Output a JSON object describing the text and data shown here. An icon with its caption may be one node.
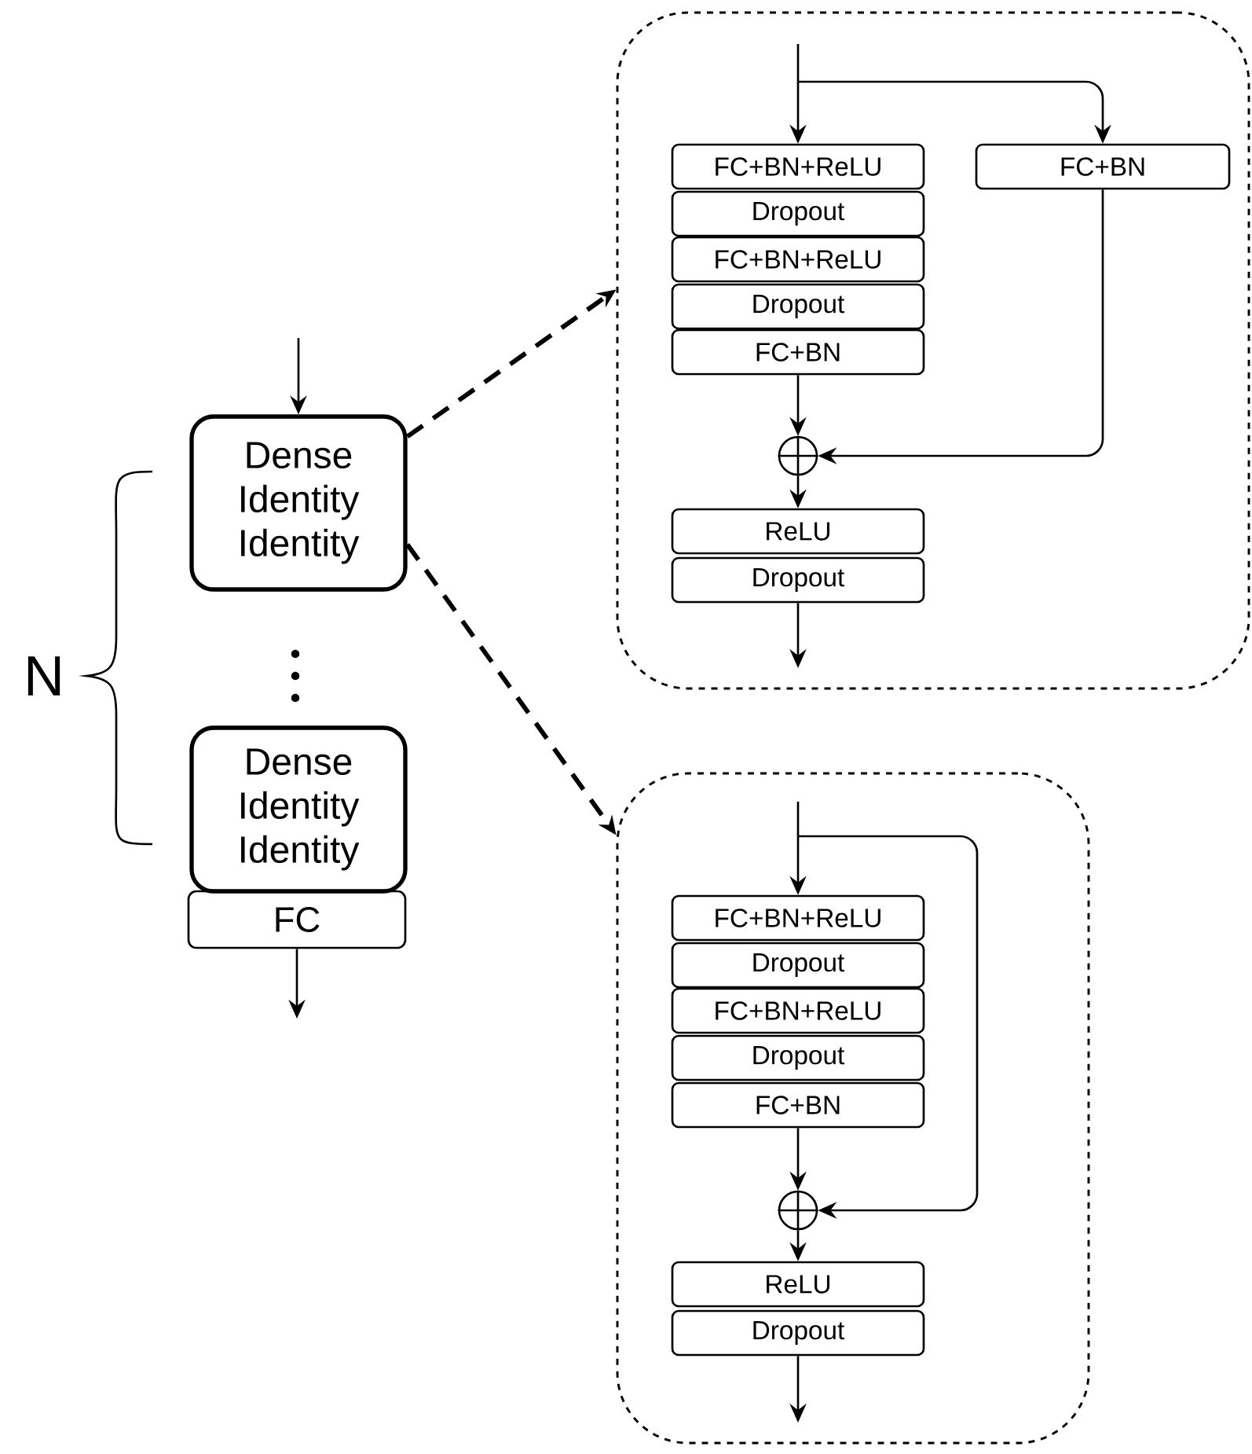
{
  "diagram": {
    "nodes": [
      {
        "text": [
          "Dense Identity Identity"
        ]
      },
      {
        "text": [
          "Dense Identity Identity"
        ]
      },
      {
        "text": [
          "FC"
        ]
      },
      {
        "text": [],
        "shape": "box"
      },
      {
        "text": [
          "FC+BN+ReLU"
        ],
        "in": 3
      },
      {
        "text": [
          "Dropout"
        ],
        "in": 3
      },
      {
        "text": [
          "FC+BN+ReLU"
        ],
        "in": 3
      },
      {
        "text": [
          "Dropout"
        ],
        "in": 3
      },
      {
        "text": [
          "FC+BN"
        ],
        "in": 3
      },
      {
        "text": [
          "FC+BN"
        ],
        "in": 3
      },
      {
        "text": [],
        "shape": "circle",
        "in": 3
      },
      {
        "text": [
          "ReLU"
        ],
        "in": 3
      },
      {
        "text": [
          "Dropout"
        ],
        "in": 3
      },
      {
        "text": [],
        "shape": "box"
      },
      {
        "text": [
          "FC+BN+ReLU"
        ],
        "in": 13
      },
      {
        "text": [
          "Dropout"
        ],
        "in": 13
      },
      {
        "text": [
          "FC+BN+ReLU"
        ],
        "in": 13
      },
      {
        "text": [
          "Dropout"
        ],
        "in": 13
      },
      {
        "text": [
          "FC+BN"
        ],
        "in": 13
      },
      {
        "text": [],
        "shape": "circle",
        "in": 13
      },
      {
        "text": [
          "ReLU"
        ],
        "in": 13
      },
      {
        "text": [
          "Dropout"
        ],
        "in": 13
      }
    ],
    "edges": [
      {
        "from": null,
        "to": 0,
        "arrow": "to"
      },
      {
        "from": 0,
        "to": 3,
        "arrow": "to",
        "style": "dashed"
      },
      {
        "from": 0,
        "to": 13,
        "arrow": "to",
        "style": "dashed"
      },
      {
        "from": 2,
        "to": null,
        "arrow": "to"
      },
      {
        "from": null,
        "to": 4,
        "arrow": "to"
      },
      {
        "from": null,
        "to": 9,
        "arrow": "to"
      },
      {
        "from": 8,
        "to": 10,
        "arrow": "to"
      },
      {
        "from": 9,
        "to": 10,
        "arrow": "to"
      },
      {
        "from": 10,
        "to": 11,
        "arrow": "to"
      },
      {
        "from": 12,
        "to": null,
        "arrow": "to"
      },
      {
        "from": null,
        "to": 14,
        "arrow": "to"
      },
      {
        "from": null,
        "to": 19,
        "arrow": "to"
      },
      {
        "from": 18,
        "to": 19,
        "arrow": "to"
      },
      {
        "from": 19,
        "to": 20,
        "arrow": "to"
      },
      {
        "from": 21,
        "to": null,
        "arrow": "to"
      }
    ],
    "labels": [
      "N"
    ]
  }
}
